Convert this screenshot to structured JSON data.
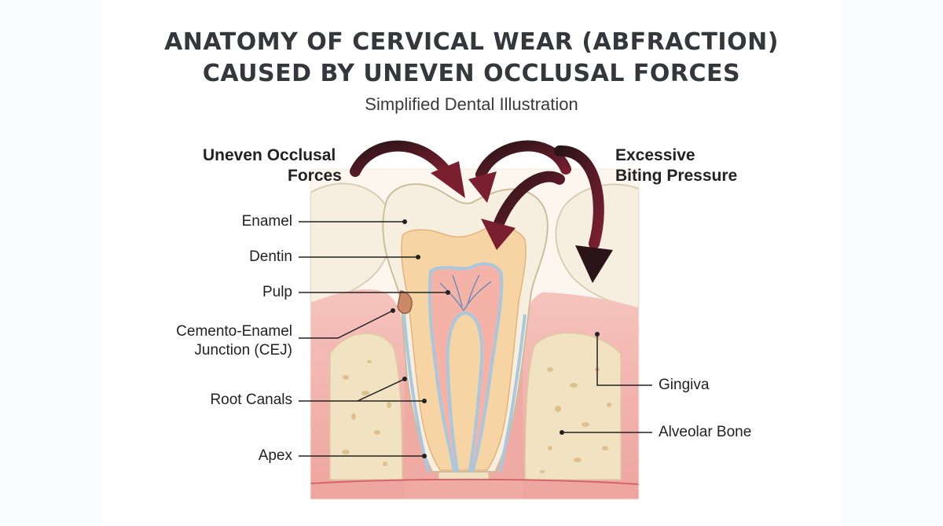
{
  "title": {
    "line1": "ANATOMY OF CERVICAL WEAR (ABFRACTION)",
    "line2": "CAUSED BY UNEVEN OCCLUSAL FORCES"
  },
  "subtitle": "Simplified Dental Illustration",
  "callouts": {
    "left": {
      "line1": "Uneven Occlusal",
      "line2": "Forces"
    },
    "right": {
      "line1": "Excessive",
      "line2": "Biting Pressure"
    }
  },
  "labels": {
    "enamel": "Enamel",
    "dentin": "Dentin",
    "pulp": "Pulp",
    "cej_line1": "Cemento-Enamel",
    "cej_line2": "Junction (CEJ)",
    "root_canals": "Root Canals",
    "apex": "Apex",
    "gingiva": "Gingiva",
    "alveolar_bone": "Alveolar Bone"
  },
  "colors": {
    "arrow": "#6e1c2a",
    "enamel": "#f6efe0",
    "dentin": "#f6d4a4",
    "pulp": "#f5b3a8",
    "gingiva": "#f2b3ae",
    "bone": "#f1e2c2",
    "canal": "#a9c8de"
  }
}
